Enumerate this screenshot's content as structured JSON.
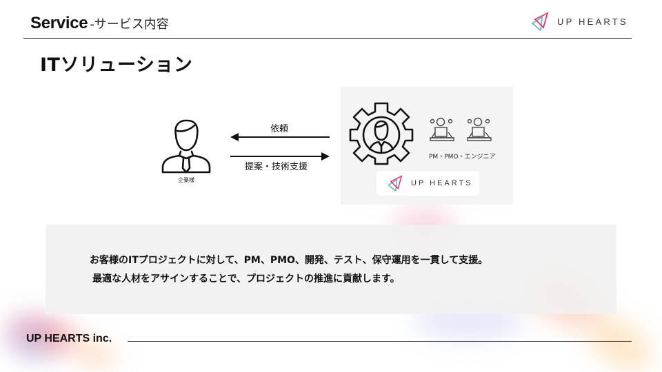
{
  "header": {
    "title": "Service",
    "subtitle": "-サービス内容"
  },
  "brand": {
    "name": "UP HEARTS",
    "logo_colors": {
      "pink": "#e8347a",
      "teal": "#6bb9b6"
    }
  },
  "page_title": "ITソリューション",
  "diagram": {
    "client": {
      "icon": "businessman-icon",
      "label": "企業様"
    },
    "arrows": [
      {
        "direction": "left",
        "label": "依頼"
      },
      {
        "direction": "right",
        "label": "提案・技術支援"
      }
    ],
    "provider": {
      "icon": "gear-person-icon",
      "workers_icon": "engineer-at-desk-icon",
      "workers_label": "PM・PMO・エンジニア",
      "logo_text": "UP HEARTS"
    }
  },
  "description": {
    "lines": [
      "お客様のITプロジェクトに対して、PM、PMO、開発、テスト、保守運用を一貫して支援。",
      "最適な人材をアサインすることで、プロジェクトの推進に貢献します。"
    ]
  },
  "footer": {
    "company": "UP HEARTS inc."
  }
}
